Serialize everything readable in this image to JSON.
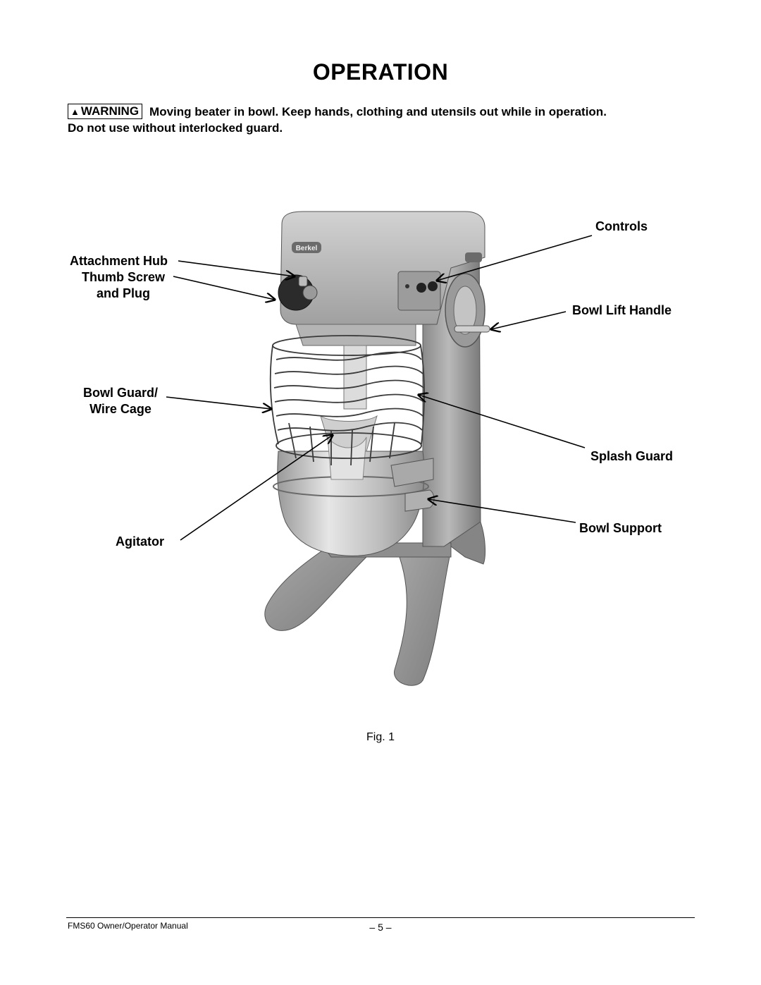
{
  "page": {
    "title": "OPERATION",
    "warning": {
      "badge": "WARNING",
      "text_line1": "Moving beater in bowl. Keep hands, clothing and utensils out while in operation.",
      "text_line2": "Do not use without interlocked guard."
    },
    "figure": {
      "brand_logo": "Berkel",
      "labels": {
        "attachment_hub": "Attachment Hub",
        "thumb_screw_line1": "Thumb Screw",
        "thumb_screw_line2": "and Plug",
        "bowl_guard_line1": "Bowl Guard/",
        "bowl_guard_line2": "Wire Cage",
        "agitator": "Agitator",
        "controls": "Controls",
        "bowl_lift_handle": "Bowl Lift Handle",
        "splash_guard": "Splash Guard",
        "bowl_support": "Bowl Support"
      },
      "caption": "Fig. 1"
    },
    "footer": {
      "manual": "FMS60 Owner/Operator Manual",
      "page_number": "– 5 –"
    }
  }
}
